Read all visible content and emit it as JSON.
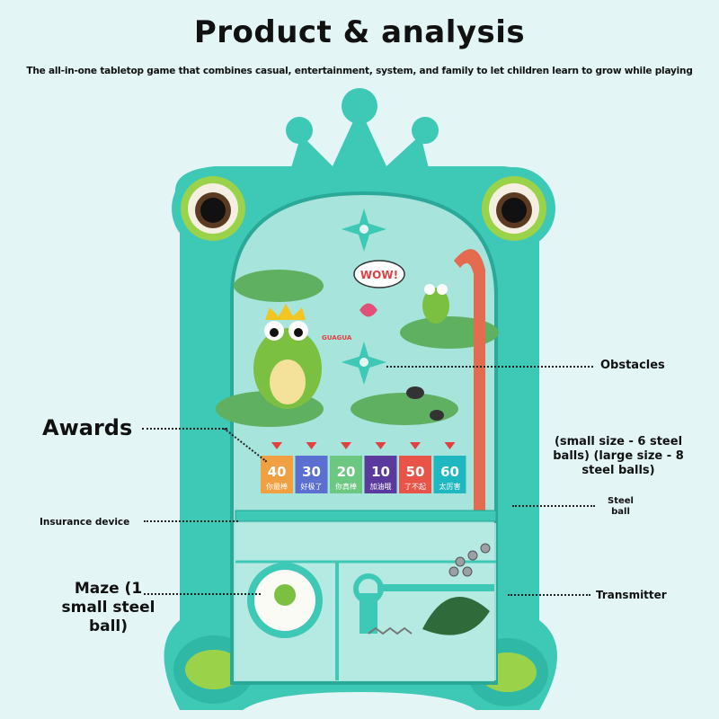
{
  "header": {
    "title": "Product & analysis",
    "subtitle": "The all-in-one tabletop game that combines casual, entertainment, system, and family to let children learn to grow while playing"
  },
  "callouts": {
    "obstacles": "Obstacles",
    "awards": "Awards",
    "ball_count": "(small size - 6 steel balls) (large size - 8 steel balls)",
    "steel_ball": "Steel ball",
    "insurance_device": "Insurance device",
    "transmitter": "Transmitter",
    "maze": "Maze (1 small steel ball)"
  },
  "toy": {
    "sticker_text": "WOW!",
    "frog_sound": "GUAGUA",
    "score_slots": [
      {
        "score": "40",
        "caption": "你最棒",
        "color": "#f0a040"
      },
      {
        "score": "30",
        "caption": "好极了",
        "color": "#5a6fd0"
      },
      {
        "score": "20",
        "caption": "你真棒",
        "color": "#6cc880"
      },
      {
        "score": "10",
        "caption": "加油哦",
        "color": "#5b3a9e"
      },
      {
        "score": "50",
        "caption": "了不起",
        "color": "#e85448"
      },
      {
        "score": "60",
        "caption": "太厉害",
        "color": "#20b8c0"
      }
    ],
    "colors": {
      "body": "#3ec8b6",
      "body_dark": "#22a898",
      "board": "#9ee0d8",
      "launcher_rail": "#e46a50"
    }
  }
}
